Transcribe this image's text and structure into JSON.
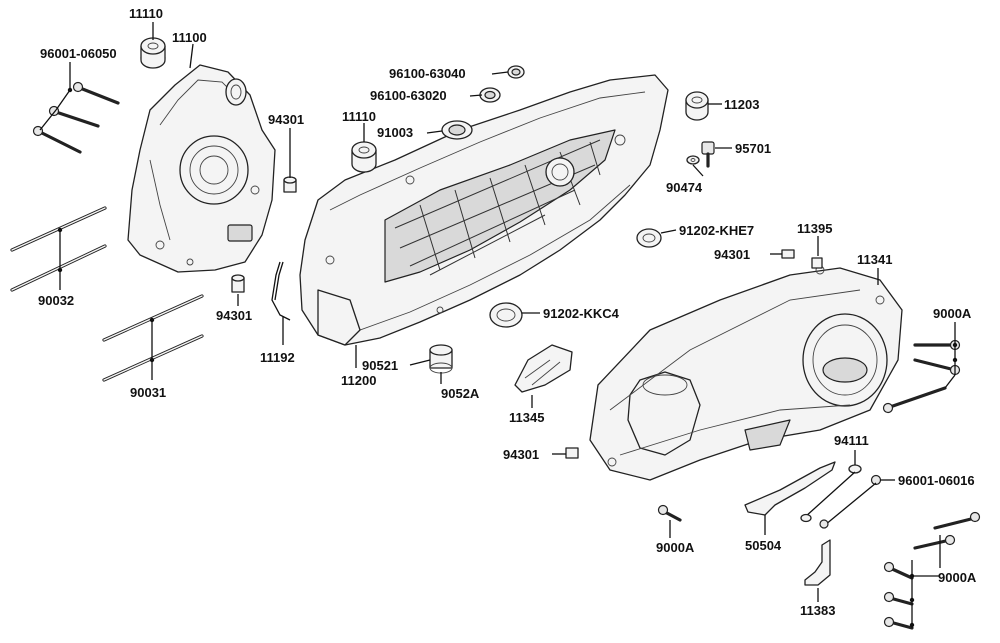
{
  "diagram": {
    "labels": [
      {
        "id": "11110-top",
        "text": "11110"
      },
      {
        "id": "96001-06050",
        "text": "96001-06050"
      },
      {
        "id": "11100",
        "text": "11100"
      },
      {
        "id": "96100-63040",
        "text": "96100-63040"
      },
      {
        "id": "96100-63020",
        "text": "96100-63020"
      },
      {
        "id": "11203",
        "text": "11203"
      },
      {
        "id": "94301-a",
        "text": "94301"
      },
      {
        "id": "11110-mid",
        "text": "11110"
      },
      {
        "id": "91003",
        "text": "91003"
      },
      {
        "id": "95701",
        "text": "95701"
      },
      {
        "id": "90474",
        "text": "90474"
      },
      {
        "id": "91202-KHE7",
        "text": "91202-KHE7"
      },
      {
        "id": "11395",
        "text": "11395"
      },
      {
        "id": "94301-b",
        "text": "94301"
      },
      {
        "id": "11341",
        "text": "11341"
      },
      {
        "id": "90032",
        "text": "90032"
      },
      {
        "id": "94301-c",
        "text": "94301"
      },
      {
        "id": "91202-KKC4",
        "text": "91202-KKC4"
      },
      {
        "id": "9000A-a",
        "text": "9000A"
      },
      {
        "id": "11192",
        "text": "11192"
      },
      {
        "id": "90521",
        "text": "90521"
      },
      {
        "id": "11200",
        "text": "11200"
      },
      {
        "id": "9052A",
        "text": "9052A"
      },
      {
        "id": "90031",
        "text": "90031"
      },
      {
        "id": "11345",
        "text": "11345"
      },
      {
        "id": "94111",
        "text": "94111"
      },
      {
        "id": "94301-d",
        "text": "94301"
      },
      {
        "id": "96001-06016",
        "text": "96001-06016"
      },
      {
        "id": "9000A-b",
        "text": "9000A"
      },
      {
        "id": "50504",
        "text": "50504"
      },
      {
        "id": "9000A-c",
        "text": "9000A"
      },
      {
        "id": "11383",
        "text": "11383"
      }
    ]
  }
}
